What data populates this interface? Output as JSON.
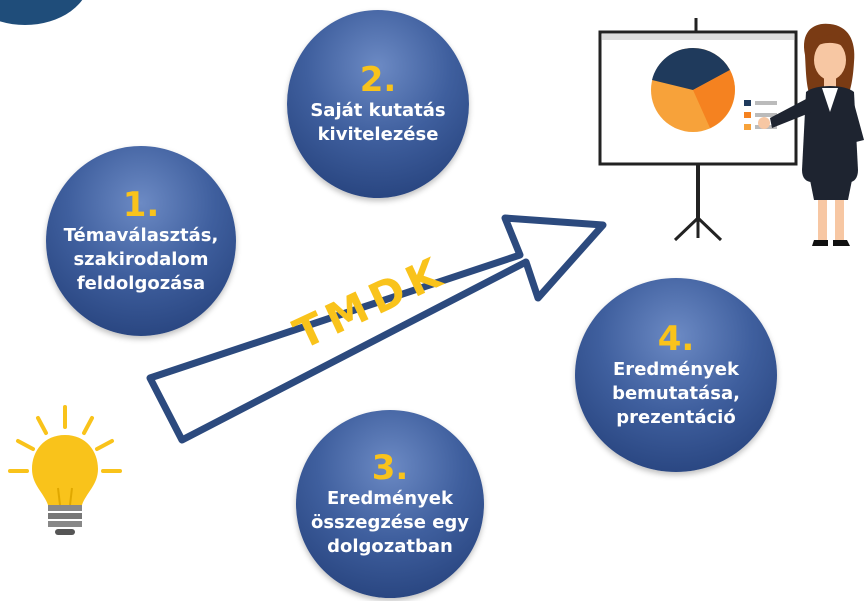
{
  "steps": [
    {
      "num": "1.",
      "label": "Témaválasztás,\nszakirodalom\nfeldolgozása"
    },
    {
      "num": "2.",
      "label": "Saját kutatás\nkivitelezése"
    },
    {
      "num": "3.",
      "label": "Eredmények\nösszegzése egy\ndolgozatban"
    },
    {
      "num": "4.",
      "label": "Eredmények\nbemutatása,\nprezentáció"
    }
  ],
  "arrow": {
    "label": "TMDK"
  },
  "colors": {
    "circle": "#3f5f9e",
    "circle_dark": "#1f3a73",
    "number": "#f9c31b",
    "arrow_outline": "#2c4a7e",
    "bulb": "#f9c31b",
    "pie_dark": "#1f3a5c",
    "pie_orange": "#f58220",
    "pie_light_orange": "#f7a23a"
  }
}
